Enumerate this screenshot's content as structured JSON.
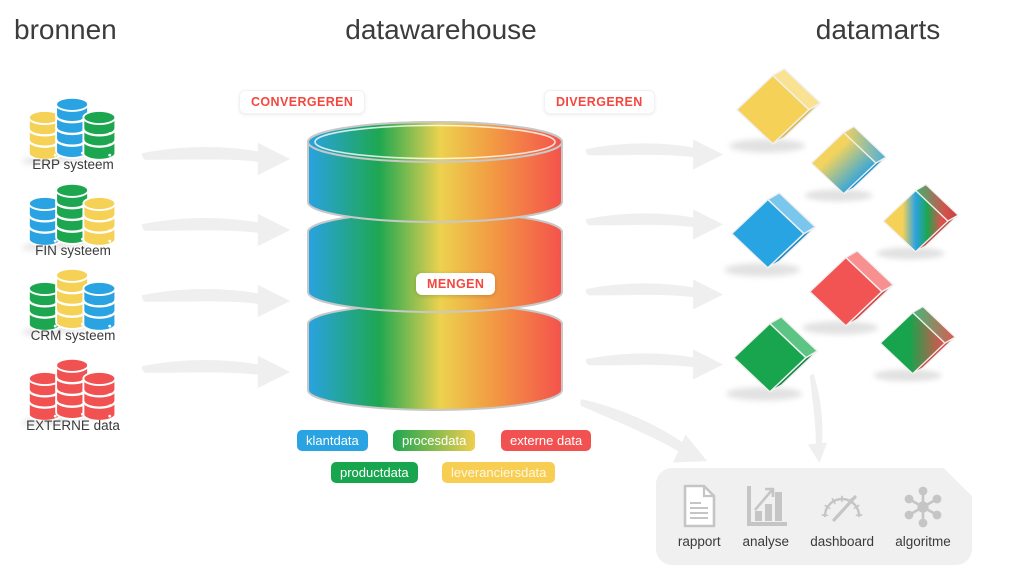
{
  "titles": {
    "bronnen": "bronnen",
    "datawarehouse": "datawarehouse",
    "datamarts": "datamarts"
  },
  "flow_labels": {
    "convergeren": "CONVERGEREN",
    "divergeren": "DIVERGEREN",
    "mengen": "MENGEN"
  },
  "sources": [
    {
      "label": "ERP systeem",
      "stack_colors": [
        "yellow",
        "blue",
        "green"
      ]
    },
    {
      "label": "FIN systeem",
      "stack_colors": [
        "blue",
        "green",
        "yellow"
      ]
    },
    {
      "label": "CRM systeem",
      "stack_colors": [
        "green",
        "yellow",
        "blue"
      ]
    },
    {
      "label": "EXTERNE data",
      "stack_colors": [
        "red",
        "red",
        "red"
      ]
    }
  ],
  "data_tags": [
    {
      "label": "klantdata",
      "color": "#29a3e2"
    },
    {
      "label": "procesdata",
      "color": "gradient green to yellow"
    },
    {
      "label": "externe data",
      "color": "#f15151"
    },
    {
      "label": "productdata",
      "color": "#17a54d"
    },
    {
      "label": "leveranciersdata",
      "color": "#f7ce52"
    }
  ],
  "datamart_cubes": [
    "yellow",
    "yellow-blue",
    "blue",
    "yellow-blue-green-red",
    "red",
    "green",
    "green-red"
  ],
  "outputs": [
    {
      "label": "rapport",
      "icon": "document-icon"
    },
    {
      "label": "analyse",
      "icon": "bar-chart-icon"
    },
    {
      "label": "dashboard",
      "icon": "gauge-icon"
    },
    {
      "label": "algoritme",
      "icon": "network-icon"
    }
  ],
  "palette": {
    "blue": "#29a3e2",
    "green": "#17a54d",
    "yellow": "#f5d155",
    "red": "#f15151",
    "accent_red": "#f4473f",
    "arrow_gray": "#efefef",
    "panel_bg": "#f0f0f0",
    "icon_gray": "#c5c5c5",
    "text_dark": "#3b3b3b"
  }
}
